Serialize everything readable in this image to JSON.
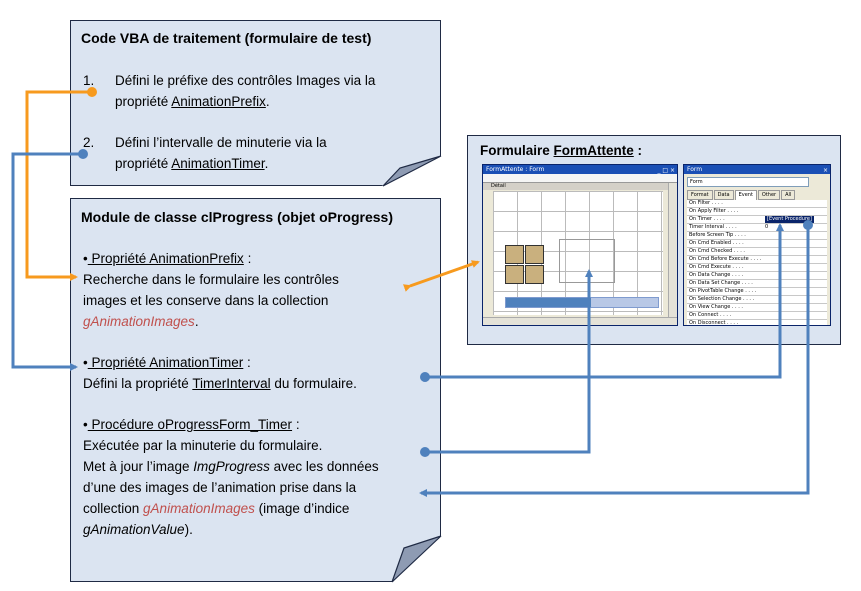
{
  "box1": {
    "title": "Code VBA de traitement (formulaire de test)",
    "item1": {
      "num": "1.",
      "text_before": "Défini le préfixe des contrôles Images via la",
      "text_prefix": "propriété ",
      "link": "AnimationPrefix",
      "suffix": "."
    },
    "item2": {
      "num": "2.",
      "text_before": "Défini l’intervalle de minuterie via la",
      "text_prefix": "propriété ",
      "link": "AnimationTimer",
      "suffix": "."
    }
  },
  "box2": {
    "title": "Module de classe clProgress (objet oProgress)",
    "sec1": {
      "bullet": "•",
      "heading": " Propriété AnimationPrefix",
      "colon": " :",
      "line1": "Recherche dans le formulaire les contrôles",
      "line2": "images et les conserve dans la collection",
      "line3": "gAnimationImages",
      "line3_end": "."
    },
    "sec2": {
      "bullet": "•",
      "heading": " Propriété AnimationTimer",
      "colon": " :",
      "pre": "Défini la propriété ",
      "link": "TimerInterval",
      "post": " du  formulaire."
    },
    "sec3": {
      "bullet": "•",
      "heading": " Procédure oProgressForm_Timer",
      "colon": " :",
      "line1": "Exécutée par la minuterie du formulaire.",
      "line2_pre": "Met à jour l’image ",
      "line2_it": "ImgProgress",
      "line2_post": " avec les données",
      "line3": "d’une des images de l’animation prise dans la",
      "line4_pre": "collection ",
      "line4_red": "gAnimationImages",
      "line4_post": " (image d’indice",
      "line5_it": "gAnimationValue",
      "line5_post": ")."
    }
  },
  "shot": {
    "title_pre": "Formulaire ",
    "title_link": "FormAttente",
    "title_post": " :",
    "form_window_title": "FormAttente : Form",
    "form_detail": "Détail",
    "prop_window_title": "Form",
    "prop_combo": "Form",
    "tabs": [
      "Format",
      "Data",
      "Event",
      "Other",
      "All"
    ],
    "props": [
      "On Filter",
      "On Apply Filter",
      "On Timer",
      "Timer Interval",
      "Before Screen Tip",
      "On Cmd Enabled",
      "On Cmd Checked",
      "On Cmd Before Execute",
      "On Cmd Execute",
      "On Data Change",
      "On Data Set Change",
      "On PivotTable Change",
      "On Selection Change",
      "On View Change",
      "On Connect",
      "On Disconnect"
    ],
    "on_timer_value": "[Event Procedure]",
    "timer_interval_value": "0"
  },
  "colors": {
    "orange": "#f79a1e",
    "blue": "#4f81bd",
    "note_fill": "#dbe4f1",
    "border": "#1f2a44"
  }
}
